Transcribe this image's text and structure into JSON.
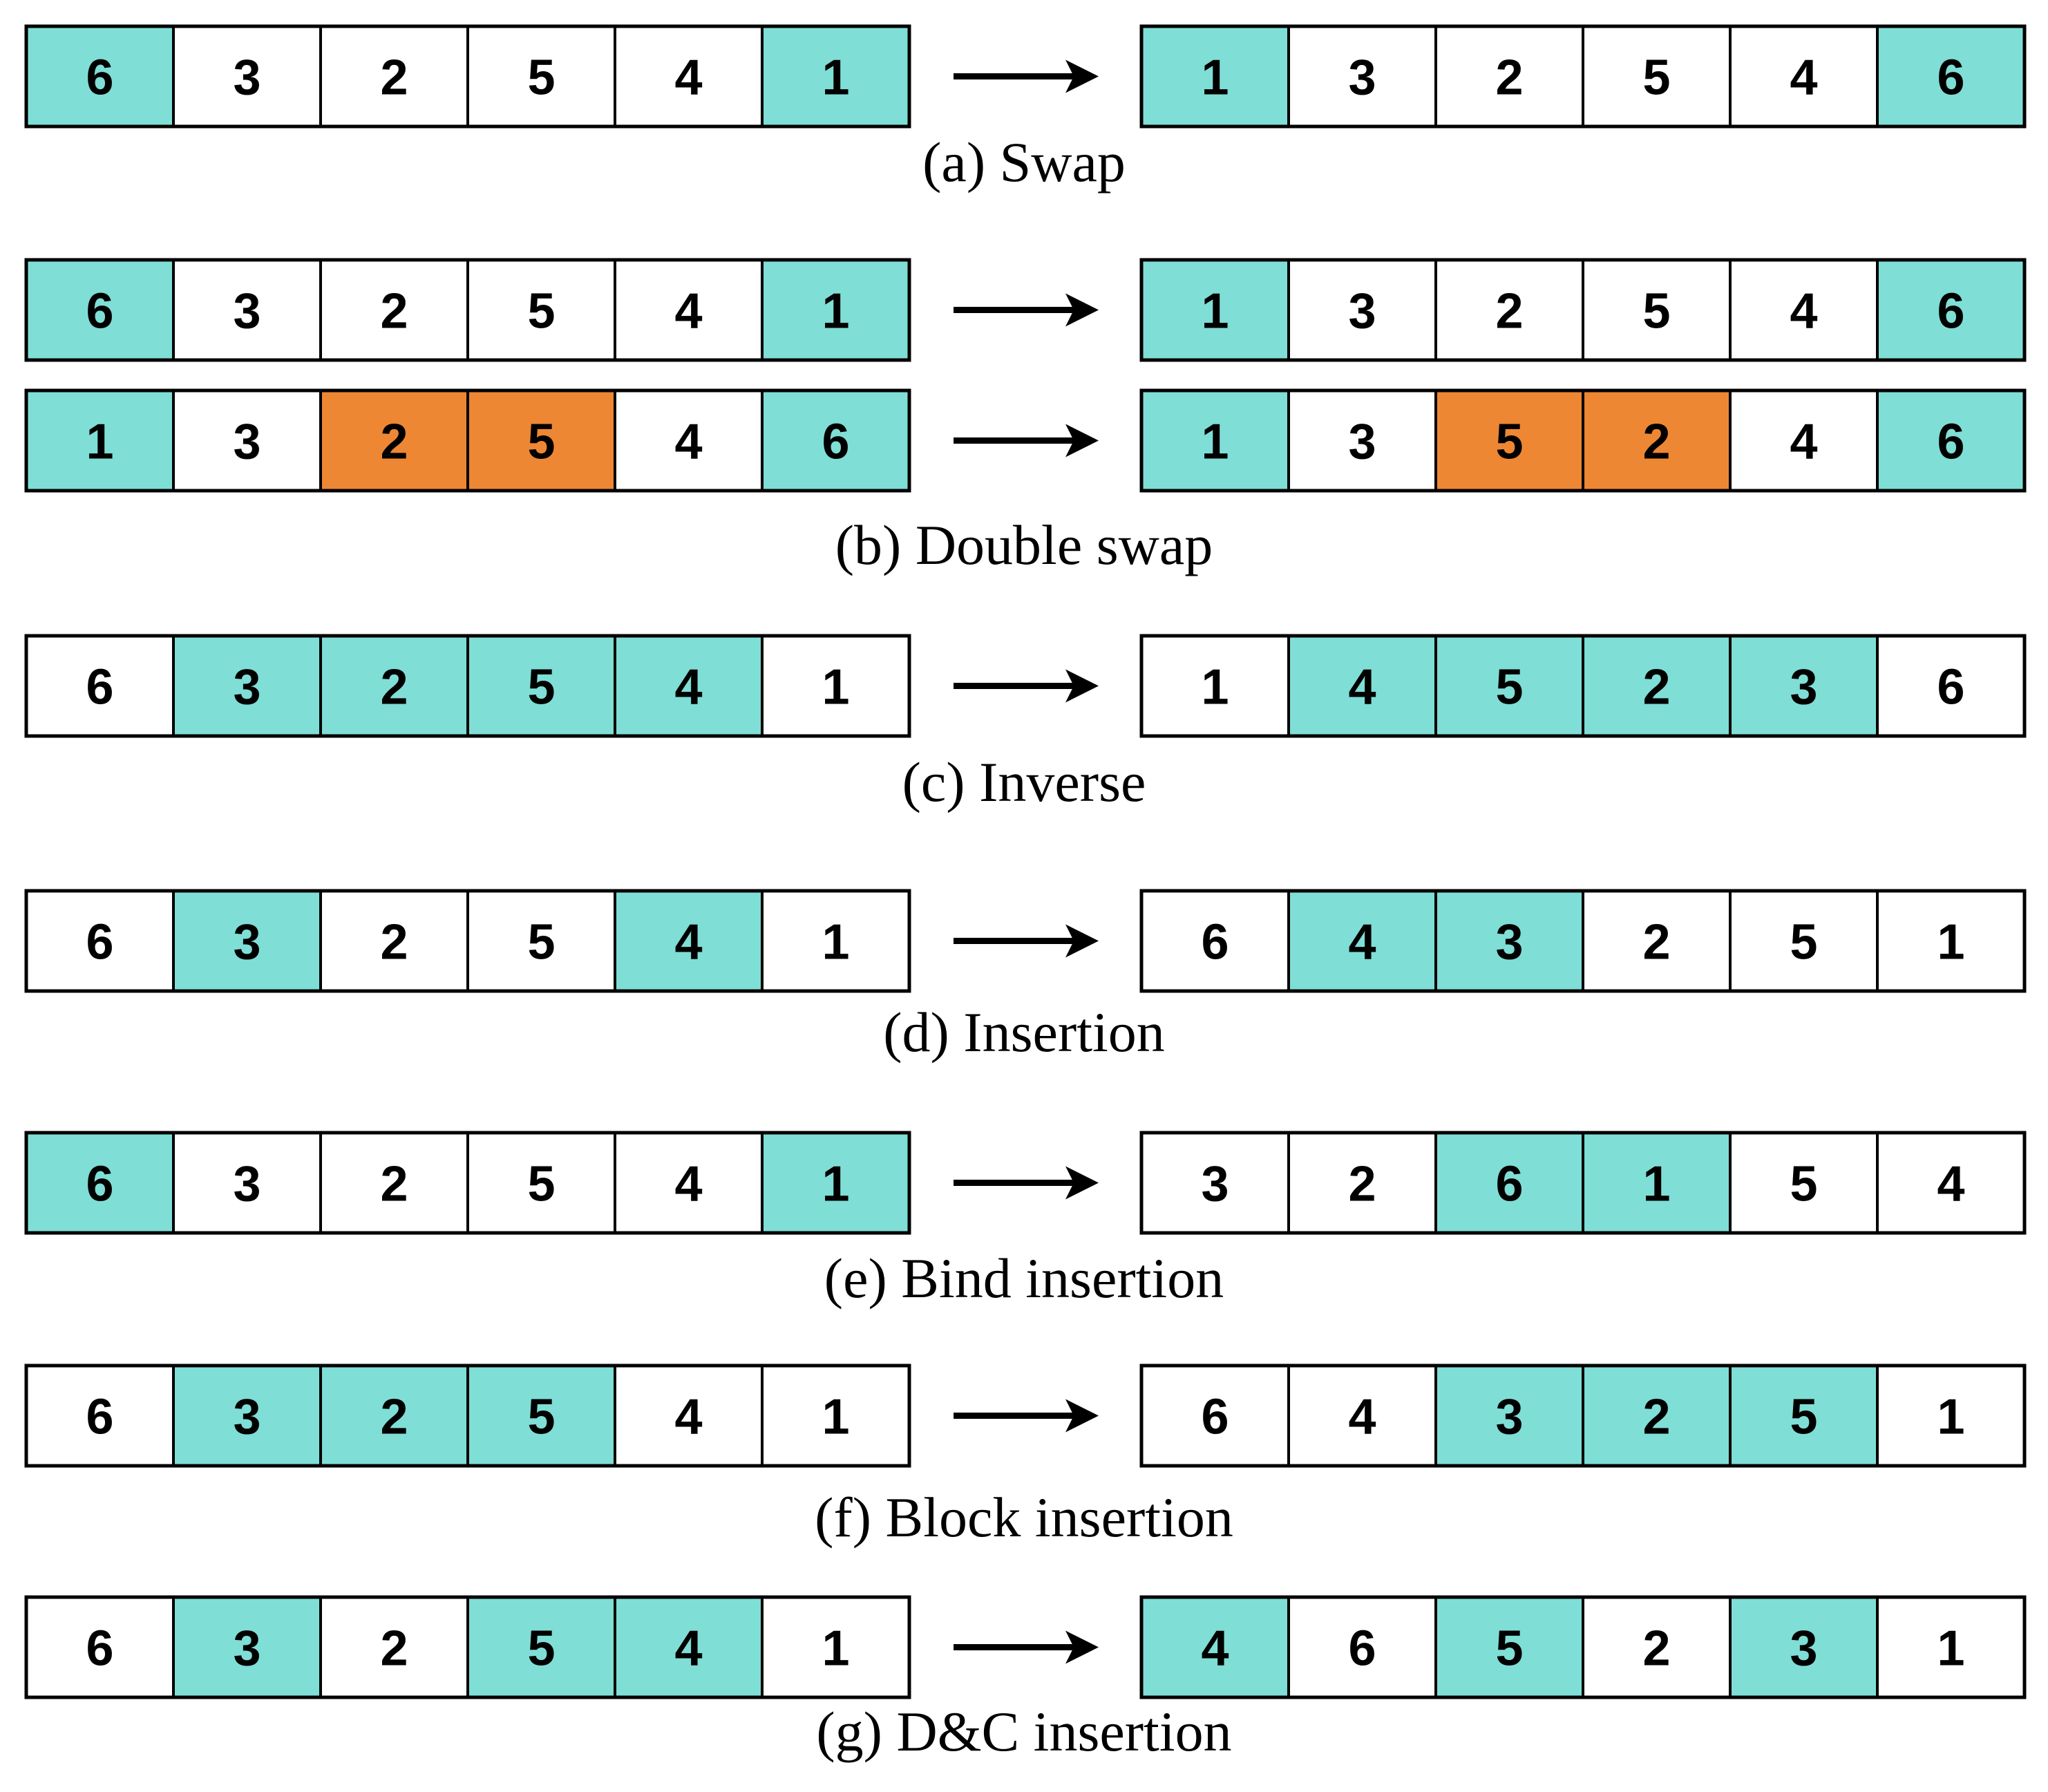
{
  "colors": {
    "highlight": "#7FDED6",
    "highlight_secondary": "#EE8733",
    "plain": "#FFFFFF",
    "border": "#000000"
  },
  "panels": [
    {
      "caption": "(a) Swap",
      "rows": [
        {
          "before": [
            [
              "6",
              "hl"
            ],
            [
              "3",
              "plain"
            ],
            [
              "2",
              "plain"
            ],
            [
              "5",
              "plain"
            ],
            [
              "4",
              "plain"
            ],
            [
              "1",
              "hl"
            ]
          ],
          "after": [
            [
              "1",
              "hl"
            ],
            [
              "3",
              "plain"
            ],
            [
              "2",
              "plain"
            ],
            [
              "5",
              "plain"
            ],
            [
              "4",
              "plain"
            ],
            [
              "6",
              "hl"
            ]
          ]
        }
      ]
    },
    {
      "caption": "(b) Double swap",
      "rows": [
        {
          "before": [
            [
              "6",
              "hl"
            ],
            [
              "3",
              "plain"
            ],
            [
              "2",
              "plain"
            ],
            [
              "5",
              "plain"
            ],
            [
              "4",
              "plain"
            ],
            [
              "1",
              "hl"
            ]
          ],
          "after": [
            [
              "1",
              "hl"
            ],
            [
              "3",
              "plain"
            ],
            [
              "2",
              "plain"
            ],
            [
              "5",
              "plain"
            ],
            [
              "4",
              "plain"
            ],
            [
              "6",
              "hl"
            ]
          ]
        },
        {
          "before": [
            [
              "1",
              "hl"
            ],
            [
              "3",
              "plain"
            ],
            [
              "2",
              "hl2"
            ],
            [
              "5",
              "hl2"
            ],
            [
              "4",
              "plain"
            ],
            [
              "6",
              "hl"
            ]
          ],
          "after": [
            [
              "1",
              "hl"
            ],
            [
              "3",
              "plain"
            ],
            [
              "5",
              "hl2"
            ],
            [
              "2",
              "hl2"
            ],
            [
              "4",
              "plain"
            ],
            [
              "6",
              "hl"
            ]
          ]
        }
      ]
    },
    {
      "caption": "(c) Inverse",
      "rows": [
        {
          "before": [
            [
              "6",
              "plain"
            ],
            [
              "3",
              "hl"
            ],
            [
              "2",
              "hl"
            ],
            [
              "5",
              "hl"
            ],
            [
              "4",
              "hl"
            ],
            [
              "1",
              "plain"
            ]
          ],
          "after": [
            [
              "1",
              "plain"
            ],
            [
              "4",
              "hl"
            ],
            [
              "5",
              "hl"
            ],
            [
              "2",
              "hl"
            ],
            [
              "3",
              "hl"
            ],
            [
              "6",
              "plain"
            ]
          ]
        }
      ]
    },
    {
      "caption": "(d) Insertion",
      "rows": [
        {
          "before": [
            [
              "6",
              "plain"
            ],
            [
              "3",
              "hl"
            ],
            [
              "2",
              "plain"
            ],
            [
              "5",
              "plain"
            ],
            [
              "4",
              "hl"
            ],
            [
              "1",
              "plain"
            ]
          ],
          "after": [
            [
              "6",
              "plain"
            ],
            [
              "4",
              "hl"
            ],
            [
              "3",
              "hl"
            ],
            [
              "2",
              "plain"
            ],
            [
              "5",
              "plain"
            ],
            [
              "1",
              "plain"
            ]
          ]
        }
      ]
    },
    {
      "caption": "(e) Bind insertion",
      "rows": [
        {
          "before": [
            [
              "6",
              "hl"
            ],
            [
              "3",
              "plain"
            ],
            [
              "2",
              "plain"
            ],
            [
              "5",
              "plain"
            ],
            [
              "4",
              "plain"
            ],
            [
              "1",
              "hl"
            ]
          ],
          "after": [
            [
              "3",
              "plain"
            ],
            [
              "2",
              "plain"
            ],
            [
              "6",
              "hl"
            ],
            [
              "1",
              "hl"
            ],
            [
              "5",
              "plain"
            ],
            [
              "4",
              "plain"
            ]
          ]
        }
      ]
    },
    {
      "caption": "(f) Block insertion",
      "rows": [
        {
          "before": [
            [
              "6",
              "plain"
            ],
            [
              "3",
              "hl"
            ],
            [
              "2",
              "hl"
            ],
            [
              "5",
              "hl"
            ],
            [
              "4",
              "plain"
            ],
            [
              "1",
              "plain"
            ]
          ],
          "after": [
            [
              "6",
              "plain"
            ],
            [
              "4",
              "plain"
            ],
            [
              "3",
              "hl"
            ],
            [
              "2",
              "hl"
            ],
            [
              "5",
              "hl"
            ],
            [
              "1",
              "plain"
            ]
          ]
        }
      ]
    },
    {
      "caption": "(g) D&C insertion",
      "rows": [
        {
          "before": [
            [
              "6",
              "plain"
            ],
            [
              "3",
              "hl"
            ],
            [
              "2",
              "plain"
            ],
            [
              "5",
              "hl"
            ],
            [
              "4",
              "hl"
            ],
            [
              "1",
              "plain"
            ]
          ],
          "after": [
            [
              "4",
              "hl"
            ],
            [
              "6",
              "plain"
            ],
            [
              "5",
              "hl"
            ],
            [
              "2",
              "plain"
            ],
            [
              "3",
              "hl"
            ],
            [
              "1",
              "plain"
            ]
          ]
        }
      ]
    }
  ]
}
